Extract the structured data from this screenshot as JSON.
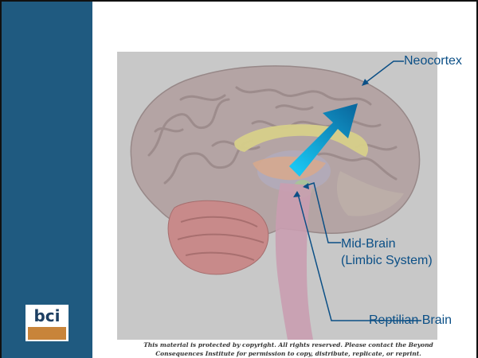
{
  "logo": {
    "text": "bci"
  },
  "diagram": {
    "labels": {
      "neocortex": "Neocortex",
      "midbrain_line1": "Mid-Brain",
      "midbrain_line2": "(Limbic System)",
      "reptilian": "Reptilian Brain"
    },
    "colors": {
      "label_text": "#0b4f86",
      "arrow_light": "#19c5f1",
      "arrow_dark": "#0a6aa0",
      "background": "#c8c8c8"
    }
  },
  "footer": {
    "line1": "This material is protected by copyright. All rights reserved. Please contact the Beyond",
    "line2": "Consequences Institute for permission to copy, distribute, replicate, or reprint."
  }
}
